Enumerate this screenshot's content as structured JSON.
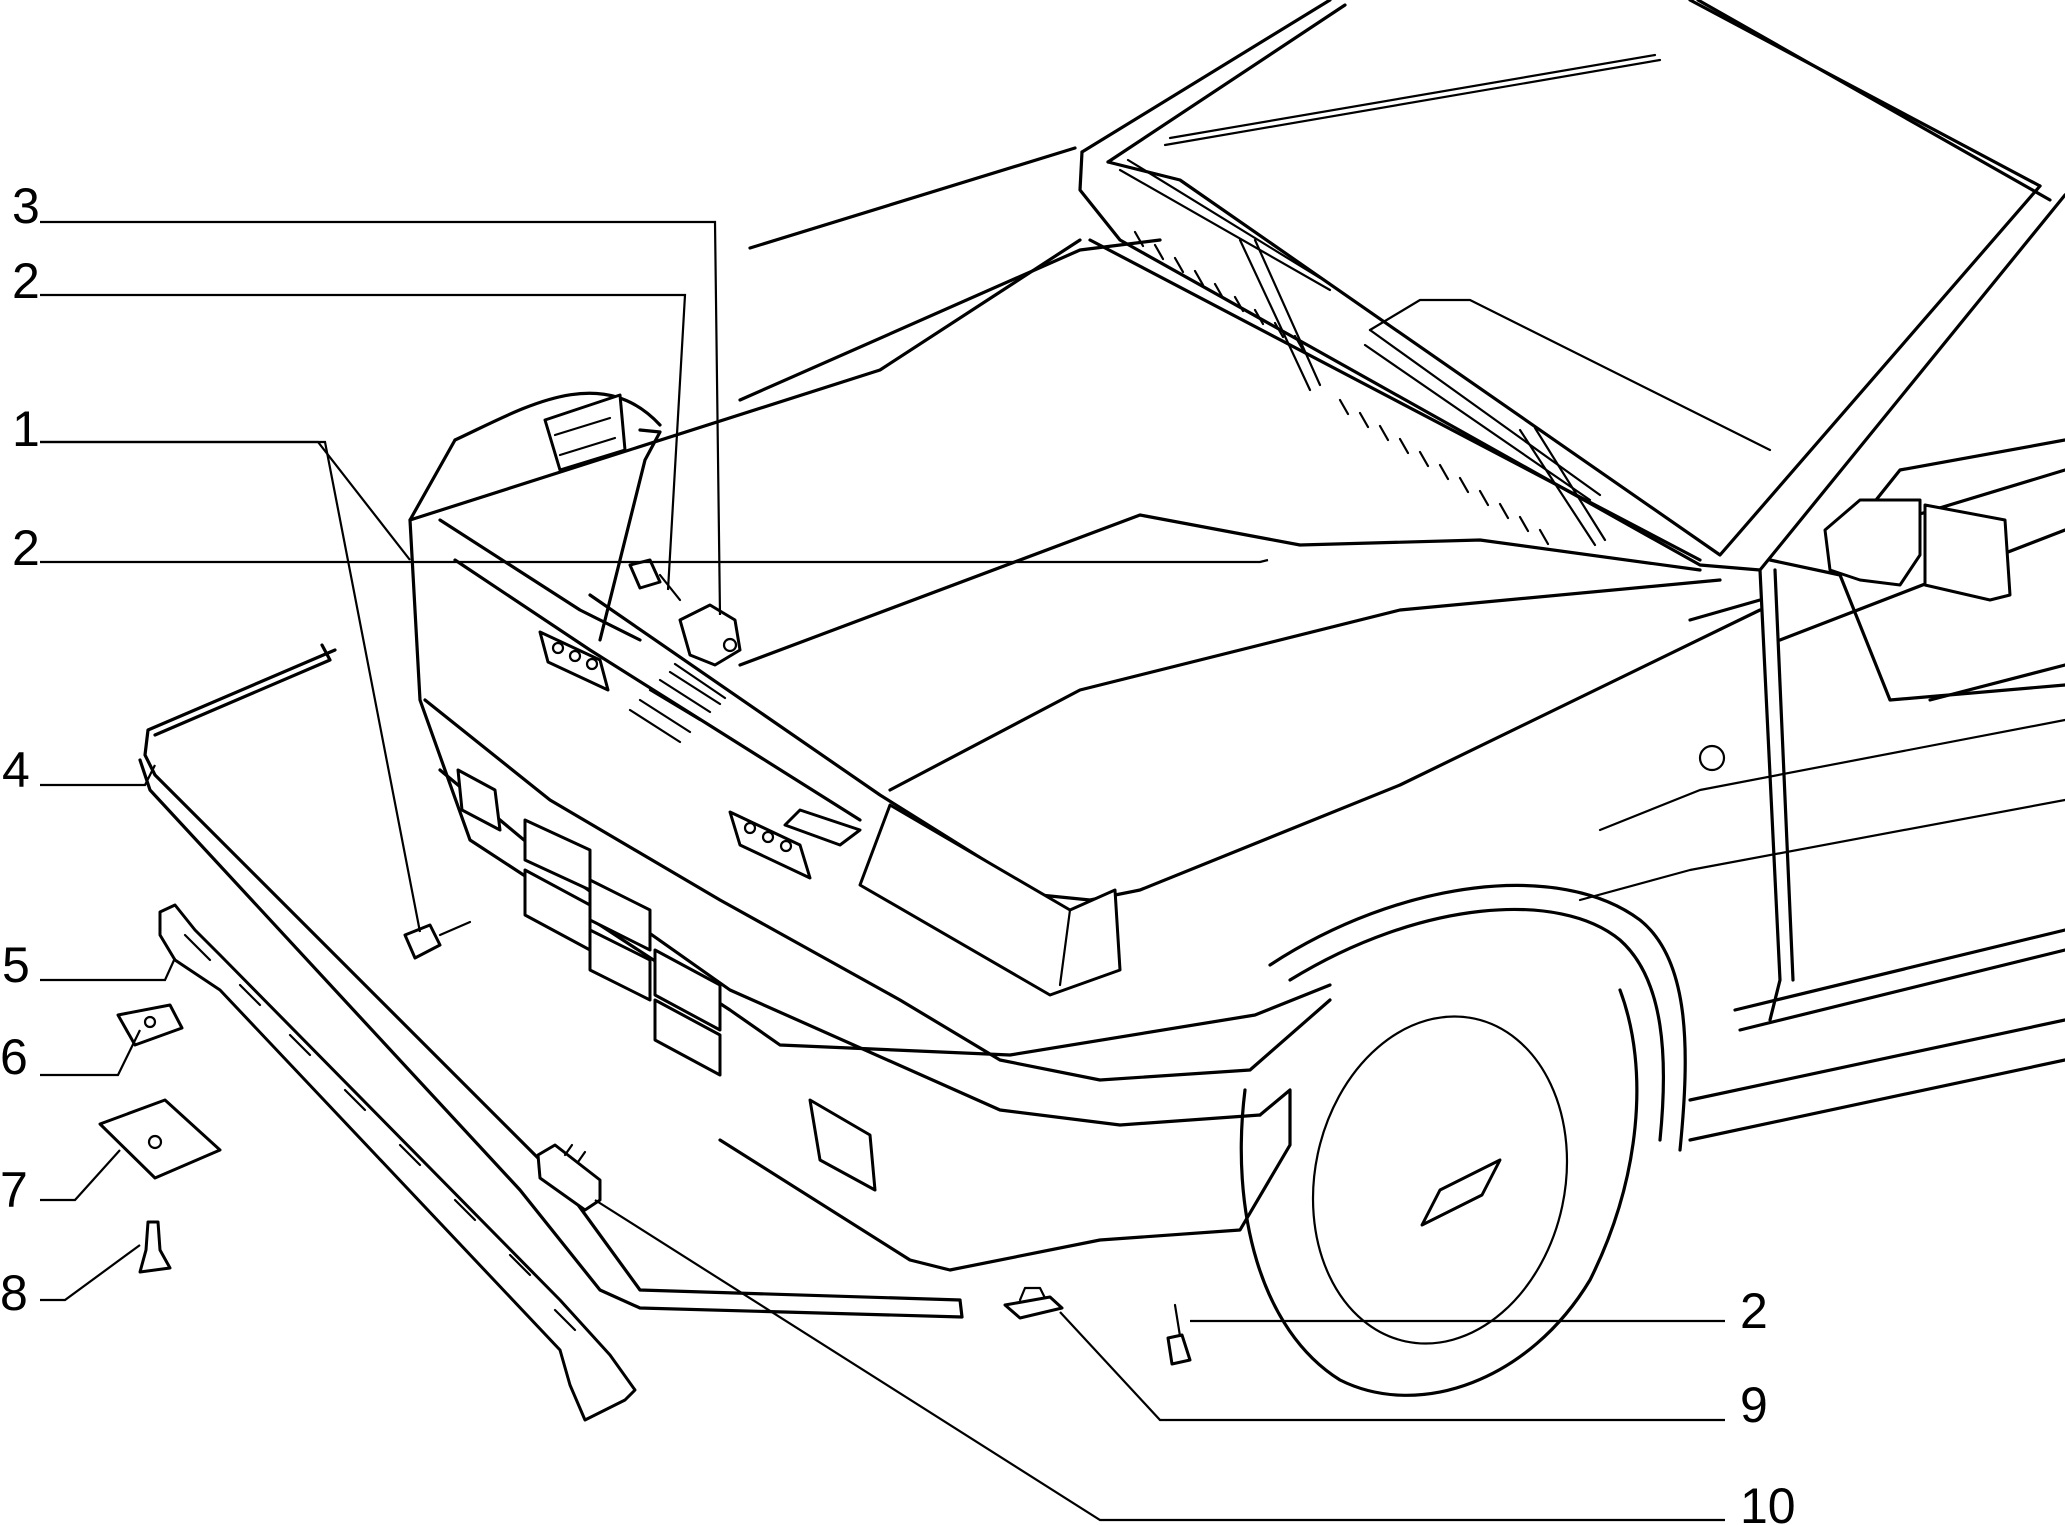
{
  "callouts": {
    "c3": "3",
    "c2_top": "2",
    "c1": "1",
    "c2_mid": "2",
    "c4": "4",
    "c5": "5",
    "c6": "6",
    "c7": "7",
    "c8": "8",
    "c2_right": "2",
    "c9": "9",
    "c10": "10"
  }
}
